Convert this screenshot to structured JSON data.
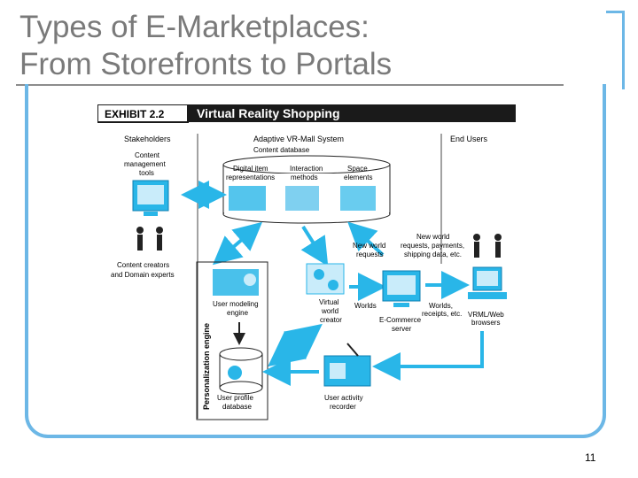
{
  "slide": {
    "title_line1": "Types of E-Marketplaces:",
    "title_line2": "From Storefronts to Portals",
    "page_number": "11"
  },
  "exhibit": {
    "label": "EXHIBIT 2.2",
    "title": "Virtual Reality Shopping",
    "section_stakeholders": "Stakeholders",
    "section_system": "Adaptive VR-Mall System",
    "section_end_users": "End Users",
    "content_database": "Content database",
    "db_col1_line1": "Digital item",
    "db_col1_line2": "representations",
    "db_col2_line1": "Interaction",
    "db_col2_line2": "methods",
    "db_col3_line1": "Space",
    "db_col3_line2": "elements",
    "cm_tools_line1": "Content",
    "cm_tools_line2": "management",
    "cm_tools_line3": "tools",
    "creators_line1": "Content creators",
    "creators_line2": "and Domain experts",
    "new_world_req_line1": "New world",
    "new_world_req_line2": "requests",
    "new_world_pay_line1": "New world",
    "new_world_pay_line2": "requests, payments,",
    "new_world_pay_line3": "shipping data, etc.",
    "user_model_line1": "User modeling",
    "user_model_line2": "engine",
    "vw_creator_line1": "Virtual",
    "vw_creator_line2": "world",
    "vw_creator_line3": "creator",
    "worlds_left": "Worlds",
    "worlds_right_line1": "Worlds,",
    "worlds_right_line2": "receipts, etc.",
    "ecommerce_line1": "E-Commerce",
    "ecommerce_line2": "server",
    "vrml_line1": "VRML/Web",
    "vrml_line2": "browsers",
    "personalization": "Personalization engine",
    "user_profile_line1": "User profile",
    "user_profile_line2": "database",
    "activity_line1": "User activity",
    "activity_line2": "recorder"
  },
  "colors": {
    "frame_accent": "#6cb7e6",
    "title_gray": "#7a7a7a",
    "icon_cyan": "#29b6e8",
    "header_bar": "#1a1a1a"
  }
}
